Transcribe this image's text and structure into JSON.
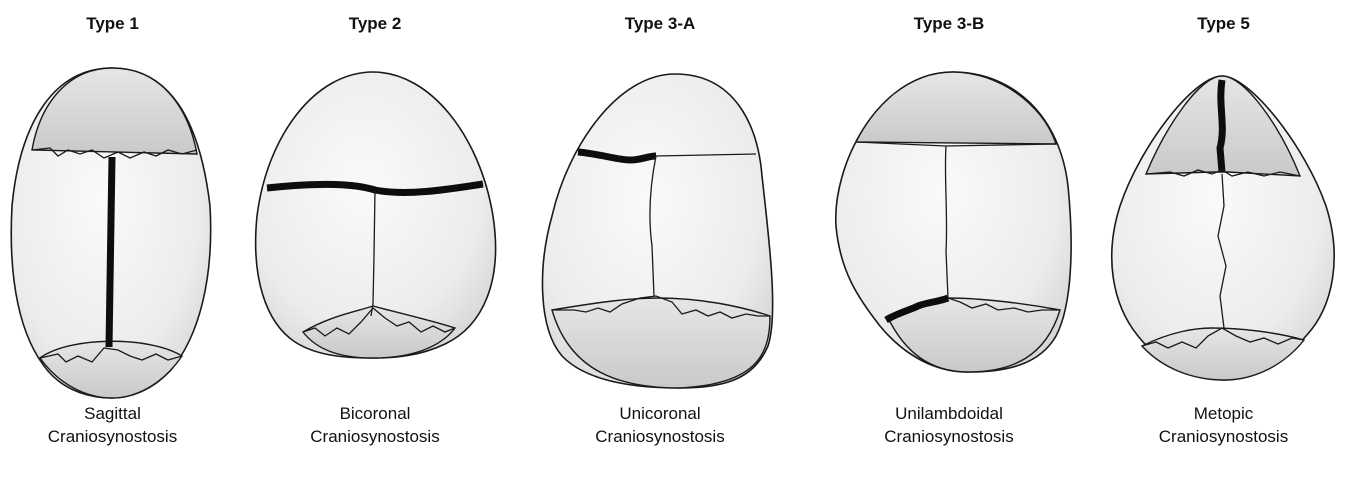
{
  "panels": [
    {
      "type_label": "Type 1",
      "caption_line1": "Sagittal",
      "caption_line2": "Craniosynostosis",
      "fused_suture": "sagittal-suture"
    },
    {
      "type_label": "Type 2",
      "caption_line1": "Bicoronal",
      "caption_line2": "Craniosynostosis",
      "fused_suture": "coronal-suture"
    },
    {
      "type_label": "Type 3-A",
      "caption_line1": "Unicoronal",
      "caption_line2": "Craniosynostosis",
      "fused_suture": "left-coronal-suture"
    },
    {
      "type_label": "Type 3-B",
      "caption_line1": "Unilambdoidal",
      "caption_line2": "Craniosynostosis",
      "fused_suture": "left-lambdoid-suture"
    },
    {
      "type_label": "Type 5",
      "caption_line1": "Metopic",
      "caption_line2": "Craniosynostosis",
      "fused_suture": "metopic-suture"
    }
  ],
  "colors": {
    "outline": "#1a1a1a",
    "fused_suture": "#0d0d0d",
    "bone_light": "#f4f4f4",
    "bone_shade": "#d6d6d6",
    "background": "#ffffff"
  }
}
